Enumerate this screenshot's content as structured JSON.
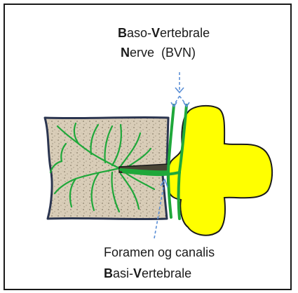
{
  "top_label": {
    "line1": [
      {
        "text": "B",
        "bold": true
      },
      {
        "text": "aso-",
        "bold": false
      },
      {
        "text": "V",
        "bold": true
      },
      {
        "text": "ertebrale",
        "bold": false
      }
    ],
    "line2": [
      {
        "text": "N",
        "bold": true
      },
      {
        "text": "erve  (BVN)",
        "bold": false
      }
    ]
  },
  "bottom_label": {
    "line1": [
      {
        "text": "Foramen og canalis",
        "bold": false
      }
    ],
    "line2": [
      {
        "text": "B",
        "bold": true
      },
      {
        "text": "asi-",
        "bold": false
      },
      {
        "text": "V",
        "bold": true
      },
      {
        "text": "ertebrale",
        "bold": false
      }
    ]
  },
  "colors": {
    "vertebral_body_fill": "#d9cdb8",
    "vertebral_body_outline": "#2b3550",
    "nerve_green": "#1fa83a",
    "spinal_structure_yellow": "#ffff00",
    "arrow_blue": "#5b8fd6",
    "frame": "#1a1a1a"
  }
}
